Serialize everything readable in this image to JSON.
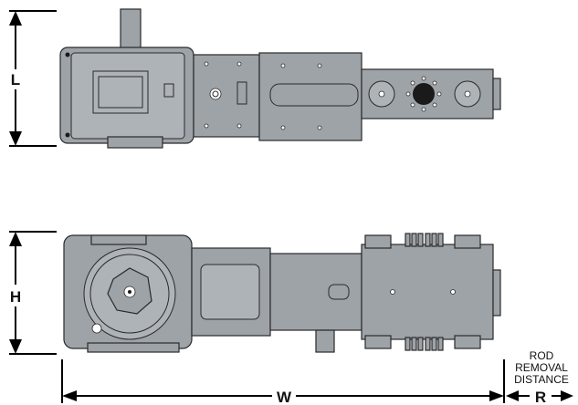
{
  "dimensions": {
    "length_label": "L",
    "height_label": "H",
    "width_label": "W",
    "rod_label": "R"
  },
  "note": {
    "line1": "ROD",
    "line2": "REMOVAL",
    "line3": "DISTANCE"
  }
}
